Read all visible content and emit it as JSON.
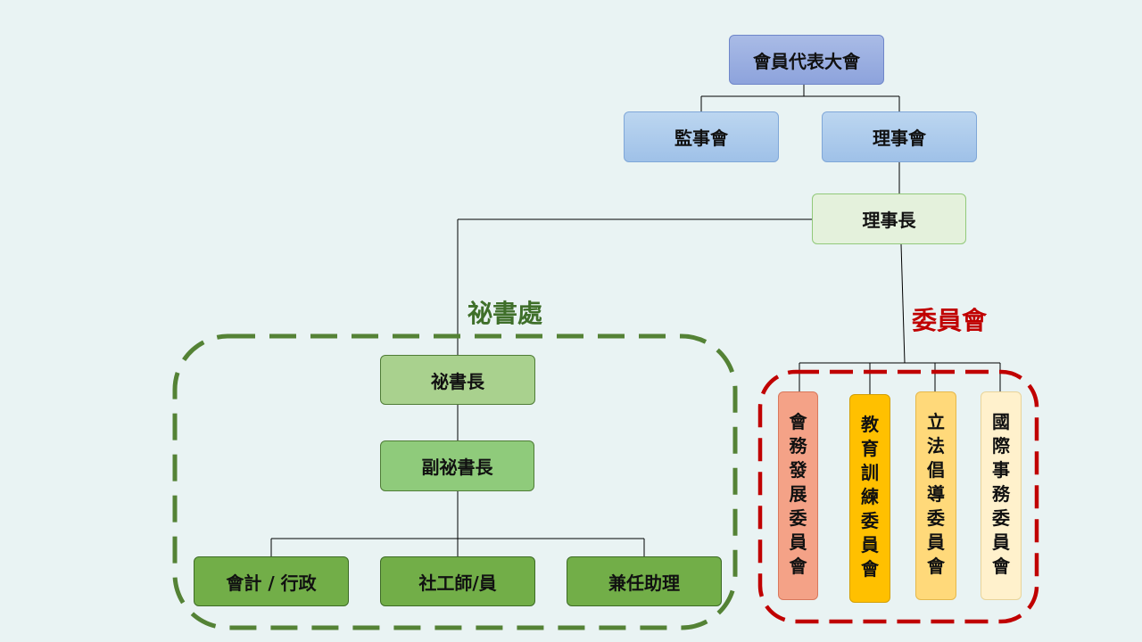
{
  "assembly": "會員代表大會",
  "supervisors": "監事會",
  "board": "理事會",
  "chairman": "理事長",
  "secretariat": {
    "label": "祕書處",
    "secretary_general": "祕書長",
    "deputy_secretary_general": "副祕書長",
    "staff": [
      "會計 / 行政",
      "社工師/員",
      "兼任助理"
    ]
  },
  "committees": {
    "label": "委員會",
    "items": [
      {
        "name": "會務發展委員會",
        "color": "#f4a287"
      },
      {
        "name": "教育訓練委員會",
        "color": "#ffc000"
      },
      {
        "name": "立法倡導委員會",
        "color": "#ffd97a"
      },
      {
        "name": "國際事務委員會",
        "color": "#fff1cc"
      }
    ]
  },
  "colors": {
    "background": "#e9f3f3",
    "secretariat_border": "#548235",
    "committee_border": "#c00000"
  }
}
